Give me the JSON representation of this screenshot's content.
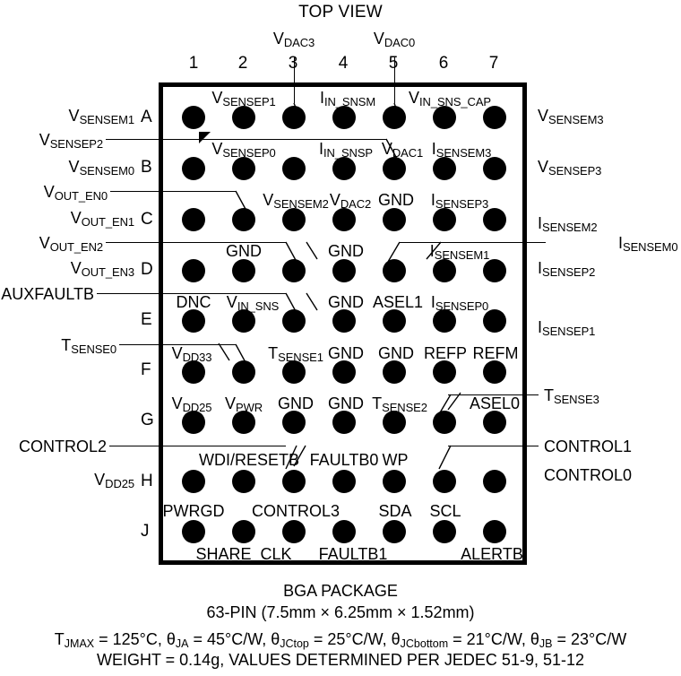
{
  "title": "TOP VIEW",
  "package": {
    "outline_color": "#000000",
    "ball_color": "#000000",
    "rows": [
      "A",
      "B",
      "C",
      "D",
      "E",
      "F",
      "G",
      "H",
      "J"
    ],
    "columns": [
      "1",
      "2",
      "3",
      "4",
      "5",
      "6",
      "7"
    ],
    "pin1_marker": "pin1-triangle-marker"
  },
  "caption": {
    "line1": "BGA PACKAGE",
    "line2": "63-PIN (7.5mm × 6.25mm × 1.52mm)",
    "line3_pre": "T",
    "line3_sub1": "JMAX",
    "line3_a": " = 125°C, θ",
    "line3_sub2": "JA",
    "line3_b": " = 45°C/W, θ",
    "line3_sub3": "JCtop",
    "line3_c": " = 25°C/W, θ",
    "line3_sub4": "JCbottom",
    "line3_d": " = 21°C/W, θ",
    "line3_sub5": "JB",
    "line3_e": " = 23°C/W",
    "line4": "WEIGHT = 0.14g, VALUES DETERMINED PER JEDEC 51-9, 51-12"
  },
  "labels": {
    "top_outside": [
      {
        "id": "vdac3",
        "main": "V",
        "sub": "DAC3"
      },
      {
        "id": "vdac0",
        "main": "V",
        "sub": "DAC0"
      }
    ],
    "left_outside": [
      {
        "id": "vsensem1",
        "main": "V",
        "sub": "SENSEM1"
      },
      {
        "id": "vsensep2",
        "main": "V",
        "sub": "SENSEP2"
      },
      {
        "id": "vsensem0",
        "main": "V",
        "sub": "SENSEM0"
      },
      {
        "id": "vout_en0",
        "main": "V",
        "sub": "OUT_EN0"
      },
      {
        "id": "vout_en1",
        "main": "V",
        "sub": "OUT_EN1"
      },
      {
        "id": "vout_en2",
        "main": "V",
        "sub": "OUT_EN2"
      },
      {
        "id": "vout_en3",
        "main": "V",
        "sub": "OUT_EN3"
      },
      {
        "id": "auxfaultb",
        "main": "AUXFAULTB",
        "sub": ""
      },
      {
        "id": "tsense0",
        "main": "T",
        "sub": "SENSE0"
      },
      {
        "id": "control2",
        "main": "CONTROL2",
        "sub": ""
      },
      {
        "id": "vdd25_h",
        "main": "V",
        "sub": "DD25"
      }
    ],
    "right_outside": [
      {
        "id": "vsensem3",
        "main": "V",
        "sub": "SENSEM3"
      },
      {
        "id": "vsensep3",
        "main": "V",
        "sub": "SENSEP3"
      },
      {
        "id": "isensem2",
        "main": "I",
        "sub": "SENSEM2"
      },
      {
        "id": "isensem0",
        "main": "I",
        "sub": "SENSEM0"
      },
      {
        "id": "isensep2",
        "main": "I",
        "sub": "SENSEP2"
      },
      {
        "id": "isensep1",
        "main": "I",
        "sub": "SENSEP1"
      },
      {
        "id": "tsense3",
        "main": "T",
        "sub": "SENSE3"
      },
      {
        "id": "control1",
        "main": "CONTROL1",
        "sub": ""
      },
      {
        "id": "control0",
        "main": "CONTROL0",
        "sub": ""
      }
    ],
    "inside": [
      {
        "id": "vsensep1",
        "main": "V",
        "sub": "SENSEP1"
      },
      {
        "id": "iin_snsm",
        "main": "I",
        "sub": "IN_SNSM"
      },
      {
        "id": "vin_sns_cap",
        "main": "V",
        "sub": "IN_SNS_CAP"
      },
      {
        "id": "vsensep0",
        "main": "V",
        "sub": "SENSEP0"
      },
      {
        "id": "iin_snsp",
        "main": "I",
        "sub": "IN_SNSP"
      },
      {
        "id": "vdac1",
        "main": "V",
        "sub": "DAC1"
      },
      {
        "id": "isensem3",
        "main": "I",
        "sub": "SENSEM3"
      },
      {
        "id": "vsensem2",
        "main": "V",
        "sub": "SENSEM2"
      },
      {
        "id": "vdac2",
        "main": "V",
        "sub": "DAC2"
      },
      {
        "id": "gnd_c5",
        "main": "GND",
        "sub": ""
      },
      {
        "id": "isensep3",
        "main": "I",
        "sub": "SENSEP3"
      },
      {
        "id": "gnd_d2",
        "main": "GND",
        "sub": ""
      },
      {
        "id": "gnd_d4",
        "main": "GND",
        "sub": ""
      },
      {
        "id": "isensem1",
        "main": "I",
        "sub": "SENSEM1"
      },
      {
        "id": "dnc",
        "main": "DNC",
        "sub": ""
      },
      {
        "id": "vin_sns",
        "main": "V",
        "sub": "IN_SNS"
      },
      {
        "id": "gnd_e4",
        "main": "GND",
        "sub": ""
      },
      {
        "id": "asel1",
        "main": "ASEL1",
        "sub": ""
      },
      {
        "id": "isensep0",
        "main": "I",
        "sub": "SENSEP0"
      },
      {
        "id": "vdd33",
        "main": "V",
        "sub": "DD33"
      },
      {
        "id": "tsense1",
        "main": "T",
        "sub": "SENSE1"
      },
      {
        "id": "gnd_f4",
        "main": "GND",
        "sub": ""
      },
      {
        "id": "gnd_f5",
        "main": "GND",
        "sub": ""
      },
      {
        "id": "refp",
        "main": "REFP",
        "sub": ""
      },
      {
        "id": "refm",
        "main": "REFM",
        "sub": ""
      },
      {
        "id": "vdd25_g",
        "main": "V",
        "sub": "DD25"
      },
      {
        "id": "vpwr",
        "main": "V",
        "sub": "PWR"
      },
      {
        "id": "gnd_g3",
        "main": "GND",
        "sub": ""
      },
      {
        "id": "gnd_g4",
        "main": "GND",
        "sub": ""
      },
      {
        "id": "tsense2",
        "main": "T",
        "sub": "SENSE2"
      },
      {
        "id": "asel0",
        "main": "ASEL0",
        "sub": ""
      },
      {
        "id": "wdi_resetb",
        "main": "WDI/RESETB",
        "sub": ""
      },
      {
        "id": "faultb0",
        "main": "FAULTB0",
        "sub": ""
      },
      {
        "id": "wp",
        "main": "WP",
        "sub": ""
      },
      {
        "id": "pwrgd",
        "main": "PWRGD",
        "sub": ""
      },
      {
        "id": "control3",
        "main": "CONTROL3",
        "sub": ""
      },
      {
        "id": "sda",
        "main": "SDA",
        "sub": ""
      },
      {
        "id": "scl",
        "main": "SCL",
        "sub": ""
      },
      {
        "id": "share_clk",
        "main": "SHARE_CLK",
        "sub": ""
      },
      {
        "id": "faultb1",
        "main": "FAULTB1",
        "sub": ""
      },
      {
        "id": "alertb",
        "main": "ALERTB",
        "sub": ""
      }
    ]
  }
}
